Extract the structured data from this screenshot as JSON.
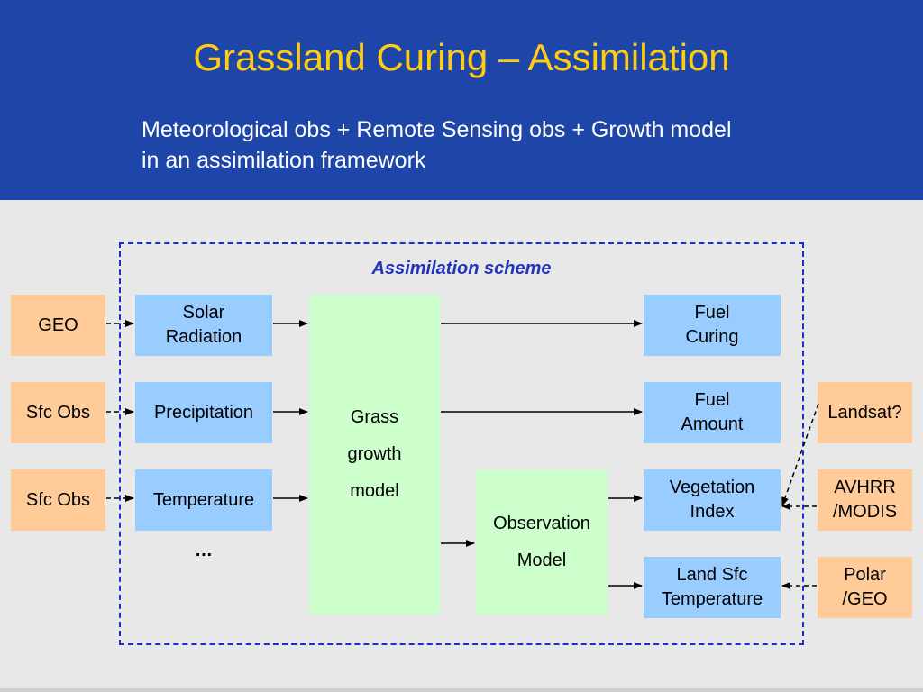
{
  "slide": {
    "title": "Grassland Curing – Assimilation",
    "subtitle_lines": [
      "Meteorological obs + Remote Sensing obs + Growth model",
      "in an assimilation framework"
    ]
  },
  "diagram": {
    "scheme_label": "Assimilation scheme",
    "sources_left": [
      {
        "label": "GEO"
      },
      {
        "label": "Sfc Obs"
      },
      {
        "label": "Sfc Obs"
      }
    ],
    "inputs": [
      {
        "lines": [
          "Solar",
          "Radiation"
        ]
      },
      {
        "lines": [
          "Precipitation"
        ]
      },
      {
        "lines": [
          "Temperature"
        ]
      }
    ],
    "inputs_more": "…",
    "model": {
      "lines": [
        "Grass",
        "growth",
        "model"
      ]
    },
    "observation_model": {
      "lines": [
        "Observation",
        "Model"
      ]
    },
    "outputs": [
      {
        "lines": [
          "Fuel",
          "Curing"
        ]
      },
      {
        "lines": [
          "Fuel",
          "Amount"
        ]
      },
      {
        "lines": [
          "Vegetation",
          "Index"
        ]
      },
      {
        "lines": [
          "Land Sfc",
          "Temperature"
        ]
      }
    ],
    "sources_right": [
      {
        "label": "Landsat?"
      },
      {
        "lines": [
          "AVHRR",
          "/MODIS"
        ]
      },
      {
        "lines": [
          "Polar",
          "/GEO"
        ]
      }
    ],
    "colors": {
      "header_bg": "#1e45a8",
      "title": "#ffcc11",
      "source_box": "#ffcc99",
      "variable_box": "#99ccff",
      "model_box": "#ccffcc",
      "scheme_border": "#1a2fd0"
    }
  }
}
